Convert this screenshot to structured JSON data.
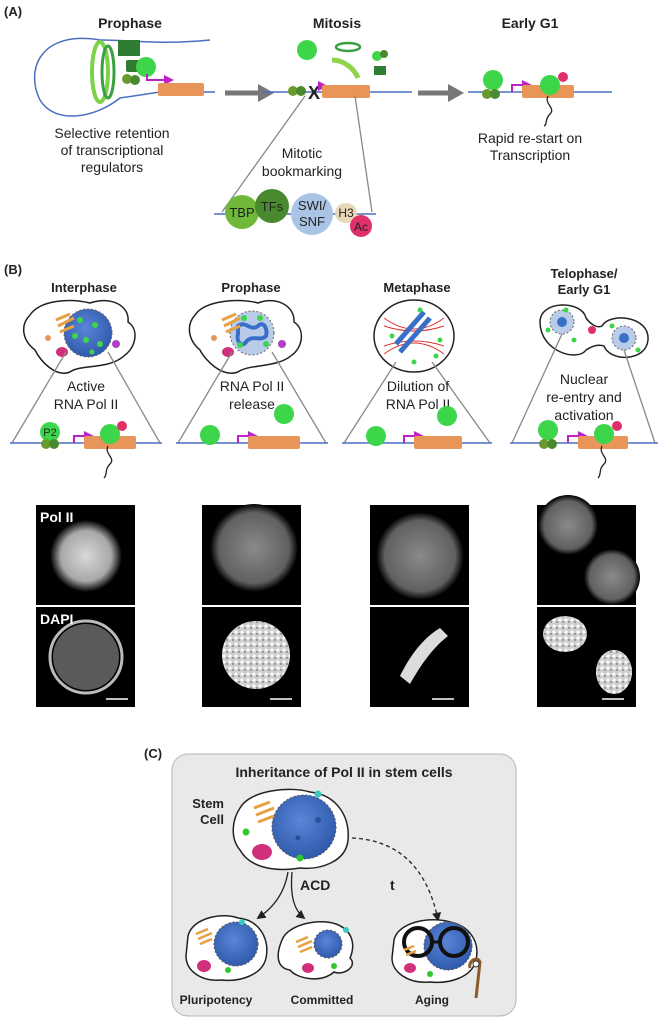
{
  "panel_a": {
    "label": "(A)",
    "stages": [
      "Prophase",
      "Mitosis",
      "Early G1"
    ],
    "captions": [
      [
        "Selective retention",
        "of transcriptional",
        "regulators"
      ],
      [
        "Rapid re-start on",
        "Transcription"
      ]
    ],
    "bookmark_title": [
      "Mitotic",
      "bookmarking"
    ],
    "factors": {
      "tbp": "TBP",
      "tfs": "TFs",
      "swi": "SWI/",
      "snf": "SNF",
      "h3": "H3",
      "ac": "Ac"
    },
    "block_mark": "X"
  },
  "panel_b": {
    "label": "(B)",
    "stages": [
      "Interphase",
      "Prophase",
      "Metaphase",
      "Telophase/",
      "Early G1"
    ],
    "captions": [
      [
        "Active",
        "RNA Pol II"
      ],
      [
        "RNA Pol II",
        "release"
      ],
      [
        "Dilution of",
        "RNA Pol II"
      ],
      [
        "Nuclear",
        "re-entry and",
        "activation"
      ]
    ],
    "p2": "P2",
    "row_labels": [
      "Pol II",
      "DAPI"
    ]
  },
  "panel_c": {
    "label": "(C)",
    "title": "Inheritance of Pol II in stem cells",
    "stem": [
      "Stem",
      "Cell"
    ],
    "acd": "ACD",
    "t": "t",
    "labels": [
      "Pluripotency",
      "Committed",
      "Aging"
    ]
  },
  "colors": {
    "green": "#3dd64a",
    "dark_green": "#4a8a2e",
    "olive": "#6a9a2e",
    "orange": "#e8955a",
    "magenta": "#c83ec8",
    "blue_nucleus": "#3a6fc8",
    "pink": "#e0306a",
    "line_blue": "#4a6fc0"
  }
}
